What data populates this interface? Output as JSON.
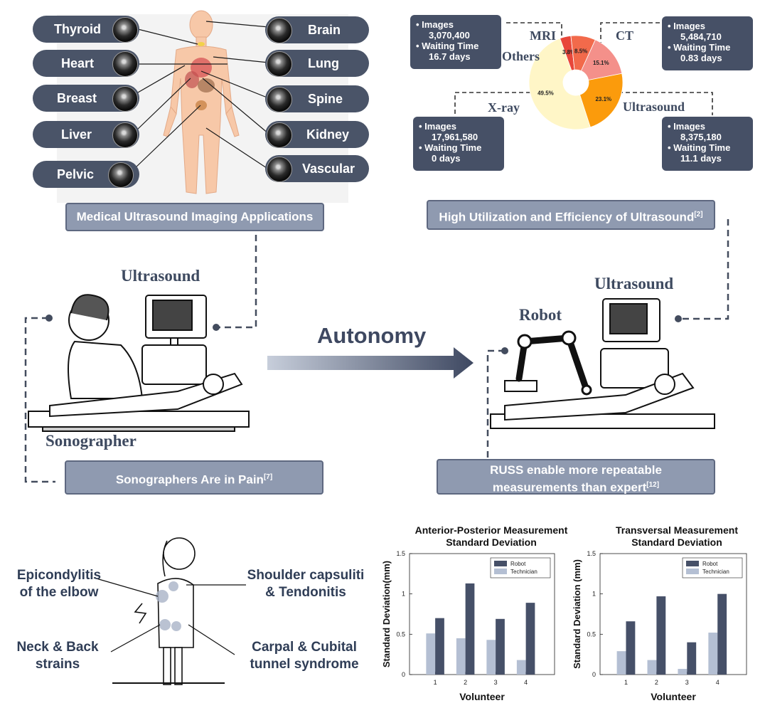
{
  "organs_left": [
    {
      "label": "Thyroid"
    },
    {
      "label": "Heart"
    },
    {
      "label": "Breast"
    },
    {
      "label": "Liver"
    },
    {
      "label": "Pelvic"
    }
  ],
  "organs_right": [
    {
      "label": "Brain"
    },
    {
      "label": "Lung"
    },
    {
      "label": "Spine"
    },
    {
      "label": "Kidney"
    },
    {
      "label": "Vascular"
    }
  ],
  "caption_applications": "Medical Ultrasound Imaging Applications",
  "caption_utilization": "High Utilization and Efficiency of Ultrasound",
  "caption_utilization_ref": "[2]",
  "pie": {
    "slices": [
      {
        "name": "X-ray",
        "percent": 49.5,
        "label": "49.5%",
        "color": "#fff6c7"
      },
      {
        "name": "Others",
        "percent": 3.8,
        "label": "3.8%",
        "color": "#e8473a"
      },
      {
        "name": "MRI",
        "percent": 8.5,
        "label": "8.5%",
        "color": "#f26a4b"
      },
      {
        "name": "CT",
        "percent": 15.1,
        "label": "15.1%",
        "color": "#f4908a"
      },
      {
        "name": "Ultrasound",
        "percent": 23.1,
        "label": "23.1%",
        "color": "#fb9b0c"
      }
    ],
    "names": {
      "mri": "MRI",
      "ct": "CT",
      "others": "Others",
      "xray": "X-ray",
      "ultrasound": "Ultrasound"
    },
    "boxes": {
      "mri": {
        "images_label": "Images",
        "images": "3,070,400",
        "wait_label": "Waiting Time",
        "wait": "16.7 days"
      },
      "ct": {
        "images_label": "Images",
        "images": "5,484,710",
        "wait_label": "Waiting Time",
        "wait": "0.83 days"
      },
      "xray": {
        "images_label": "Images",
        "images": "17,961,580",
        "wait_label": "Waiting Time",
        "wait": "0 days"
      },
      "ultrasound": {
        "images_label": "Images",
        "images": "8,375,180",
        "wait_label": "Waiting Time",
        "wait": "11.1 days"
      }
    }
  },
  "middle": {
    "ultrasound_left": "Ultrasound",
    "sonographer": "Sonographer",
    "autonomy": "Autonomy",
    "robot": "Robot",
    "ultrasound_right": "Ultrasound",
    "caption_pain": "Sonographers Are in Pain",
    "caption_pain_ref": "[7]",
    "caption_russ_1": "RUSS enable more repeatable",
    "caption_russ_2": "measurements than expert",
    "caption_russ_ref": "[12]"
  },
  "injuries": {
    "epicondylitis_1": "Epicondylitis",
    "epicondylitis_2": "of the elbow",
    "shoulder_1": "Shoulder capsuliti",
    "shoulder_2": "& Tendonitis",
    "neck_1": "Neck & Back",
    "neck_2": "strains",
    "carpal_1": "Carpal & Cubital",
    "carpal_2": "tunnel syndrome"
  },
  "chart_data": [
    {
      "type": "bar",
      "title": "Anterior-Posterior Measurement Standard Deviation",
      "xlabel": "Volunteer",
      "ylabel": "Standard Deviation(mm)",
      "categories": [
        "1",
        "2",
        "3",
        "4"
      ],
      "ylim": [
        0,
        1.5
      ],
      "yticks": [
        "0",
        "0.5",
        "1",
        "1.5"
      ],
      "series": [
        {
          "name": "Technician",
          "values": [
            0.51,
            0.45,
            0.43,
            0.18
          ],
          "color": "#b4bfd3"
        },
        {
          "name": "Robot",
          "values": [
            0.7,
            1.13,
            0.69,
            0.89
          ],
          "color": "#465068"
        }
      ],
      "legend": "top-right"
    },
    {
      "type": "bar",
      "title": "Transversal Measurement Standard Deviation",
      "xlabel": "Volunteer",
      "ylabel": "Standard Deviation (mm)",
      "categories": [
        "1",
        "2",
        "3",
        "4"
      ],
      "ylim": [
        0,
        1.5
      ],
      "yticks": [
        "0",
        "0.5",
        "1",
        "1.5"
      ],
      "series": [
        {
          "name": "Technician",
          "values": [
            0.29,
            0.18,
            0.07,
            0.52
          ],
          "color": "#b4bfd3"
        },
        {
          "name": "Robot",
          "values": [
            0.66,
            0.97,
            0.4,
            1.0
          ],
          "color": "#465068"
        }
      ],
      "legend": "top-right"
    }
  ]
}
